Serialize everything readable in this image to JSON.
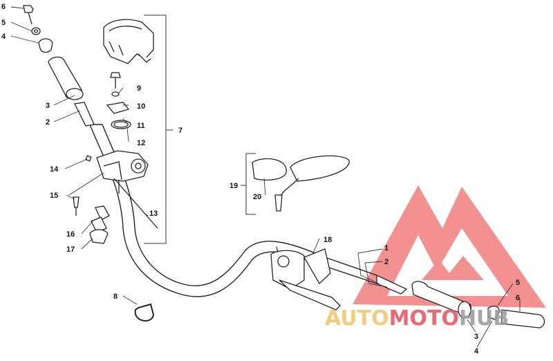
{
  "callouts": {
    "c1": "1",
    "c2": "2",
    "c3": "3",
    "c4": "4",
    "c5": "5",
    "c6": "6",
    "c7": "7",
    "c8": "8",
    "c9": "9",
    "c10": "10",
    "c11": "11",
    "c12": "12",
    "c13": "13",
    "c14": "14",
    "c15": "15",
    "c16": "16",
    "c17": "17",
    "c18": "18",
    "c19": "19",
    "c20": "20"
  },
  "watermark": {
    "part1": "AUTO",
    "part2": "MOTO",
    "part3": "HUB",
    "color_light": "#f2c46a",
    "color_dark": "#e8505b",
    "color_hub": "#9a9a9a"
  }
}
